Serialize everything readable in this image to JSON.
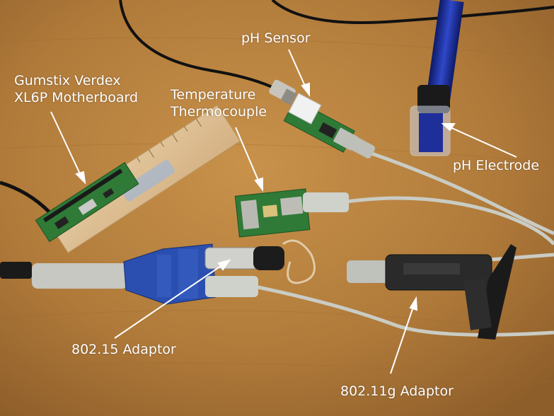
{
  "labels": {
    "gumstix": {
      "line1": "Gumstix Verdex",
      "line2": "XL6P Motherboard"
    },
    "ph_sensor": "pH Sensor",
    "thermocouple": {
      "line1": "Temperature",
      "line2": "Thermocouple"
    },
    "ph_electrode": "pH Electrode",
    "adaptor_802_15": "802.15 Adaptor",
    "adaptor_802_11g": "802.11g Adaptor"
  },
  "colors": {
    "table": "#b07a3a",
    "label_text": "#ffffff",
    "hub_blue": "#2a4fb0",
    "pcb_green": "#2f7a36",
    "cable_gray": "#c9ccc4"
  }
}
